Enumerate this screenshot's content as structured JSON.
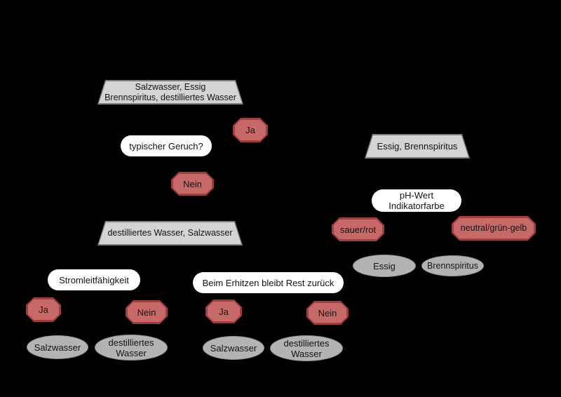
{
  "colors": {
    "bg": "#000000",
    "set_fill": "#d4d4d4",
    "set_border": "#7f7f7f",
    "decision_fill": "#c86969",
    "decision_border": "#9e3e3e",
    "test_fill": "#ffffff",
    "result_fill": "#b3b3b3",
    "result_border": "#909090",
    "text": "#141414"
  },
  "nodes": {
    "set_all": {
      "line1": "Salzwasser, Essig",
      "line2": "Brennspiritus, destilliertes Wasser"
    },
    "test_geruch": {
      "label": "typischer Geruch?"
    },
    "answer_geruch_ja": {
      "label": "Ja"
    },
    "answer_geruch_nein": {
      "label": "Nein"
    },
    "set_essig_brennspiritus": {
      "label": "Essig, Brennspiritus"
    },
    "test_ph": {
      "line1": "pH-Wert",
      "line2": "Indikatorfarbe"
    },
    "answer_sauer": {
      "label": "sauer/rot"
    },
    "answer_neutral": {
      "label": "neutral/grün-gelb"
    },
    "result_essig": {
      "label": "Essig"
    },
    "result_brennspiritus": {
      "label": "Brennspiritus"
    },
    "set_wasser": {
      "label": "destilliertes Wasser, Salzwasser"
    },
    "test_strom": {
      "label": "Stromleitfähigkeit"
    },
    "answer_strom_ja": {
      "label": "Ja"
    },
    "answer_strom_nein": {
      "label": "Nein"
    },
    "result_strom_salzwasser": {
      "label": "Salzwasser"
    },
    "result_strom_dest": {
      "line1": "destilliertes",
      "line2": "Wasser"
    },
    "test_erhitzen": {
      "label": "Beim Erhitzen bleibt Rest zurück"
    },
    "answer_erhitzen_ja": {
      "label": "Ja"
    },
    "answer_erhitzen_nein": {
      "label": "Nein"
    },
    "result_erhitzen_salzwasser": {
      "label": "Salzwasser"
    },
    "result_erhitzen_dest": {
      "line1": "destilliertes",
      "line2": "Wasser"
    }
  }
}
